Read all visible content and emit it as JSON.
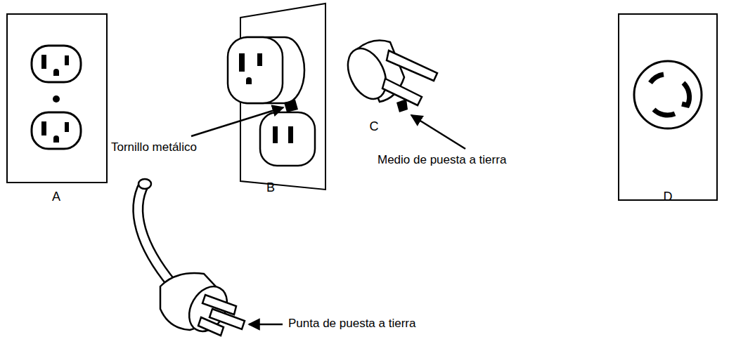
{
  "diagram": {
    "labels": [
      "Tornillo metálico",
      "Medio de puesta a tierra",
      "Punta de puesta a tierra",
      "A",
      "B",
      "C",
      "D"
    ]
  }
}
